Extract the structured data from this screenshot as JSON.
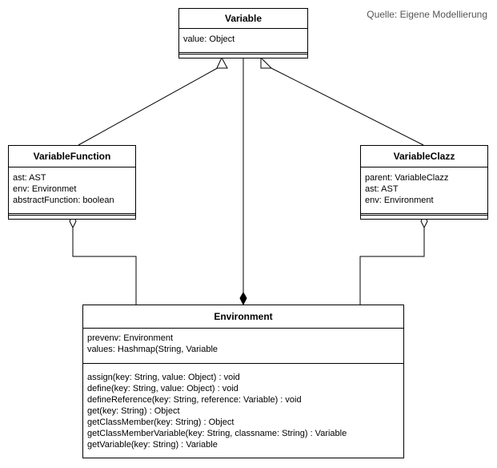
{
  "source_note": "Quelle: Eigene Modellierung",
  "classes": {
    "variable": {
      "name": "Variable",
      "attributes": [
        "value: Object"
      ],
      "operations": []
    },
    "variable_function": {
      "name": "VariableFunction",
      "attributes": [
        "ast: AST",
        "env: Environmet",
        "abstractFunction: boolean"
      ],
      "operations": []
    },
    "variable_clazz": {
      "name": "VariableClazz",
      "attributes": [
        "parent: VariableClazz",
        "ast: AST",
        "env: Environment"
      ],
      "operations": []
    },
    "environment": {
      "name": "Environment",
      "attributes": [
        "prevenv: Environment",
        "values: Hashmap(String, Variable"
      ],
      "operations": [
        "assign(key: String, value: Object) : void",
        "define(key: String, value: Object) : void",
        "defineReference(key: String, reference: Variable) : void",
        "get(key: String) : Object",
        "getClassMember(key: String) : Object",
        "getClassMemberVariable(key: String, classname: String) : Variable",
        "getVariable(key: String) : Variable"
      ]
    }
  },
  "relationships": [
    {
      "from": "VariableFunction",
      "to": "Variable",
      "type": "generalization"
    },
    {
      "from": "VariableClazz",
      "to": "Variable",
      "type": "generalization"
    },
    {
      "from": "Variable",
      "to": "Environment",
      "type": "composition"
    },
    {
      "from": "Environment",
      "to": "VariableFunction",
      "type": "aggregation"
    },
    {
      "from": "Environment",
      "to": "VariableClazz",
      "type": "aggregation"
    }
  ]
}
